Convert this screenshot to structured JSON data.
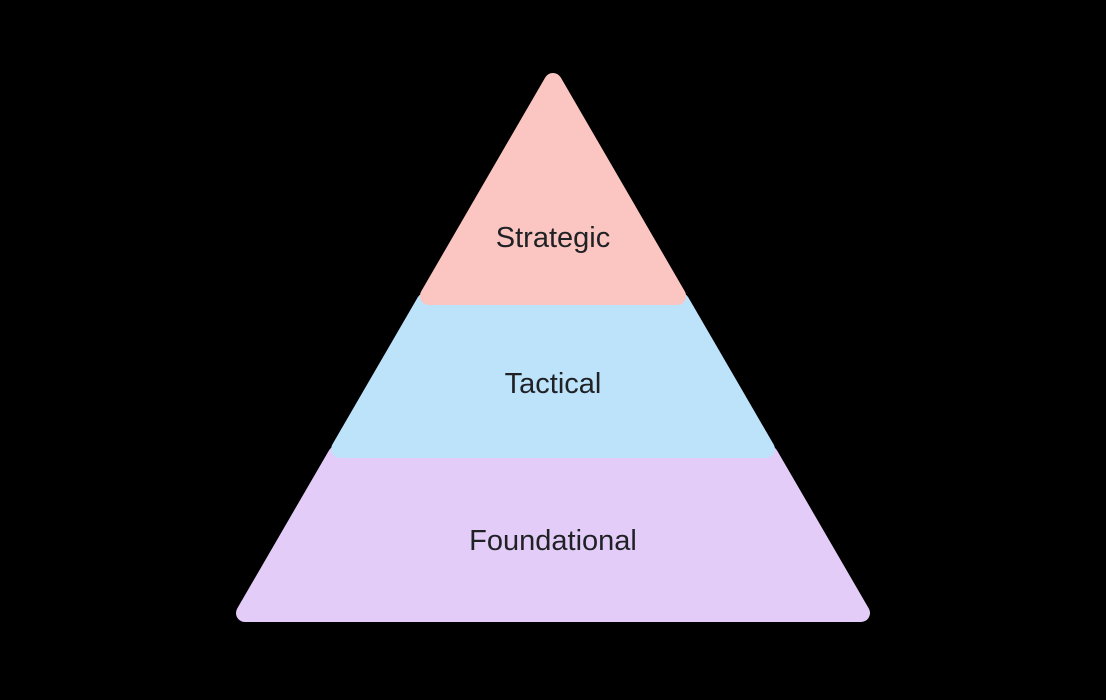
{
  "diagram": {
    "type": "pyramid",
    "background": "#000000",
    "text_color": "#1F2125",
    "tiers": [
      {
        "label": "Strategic",
        "color": "#FBC6C1"
      },
      {
        "label": "Tactical",
        "color": "#BDE3FB"
      },
      {
        "label": "Foundational",
        "color": "#E3CDF8"
      }
    ]
  }
}
